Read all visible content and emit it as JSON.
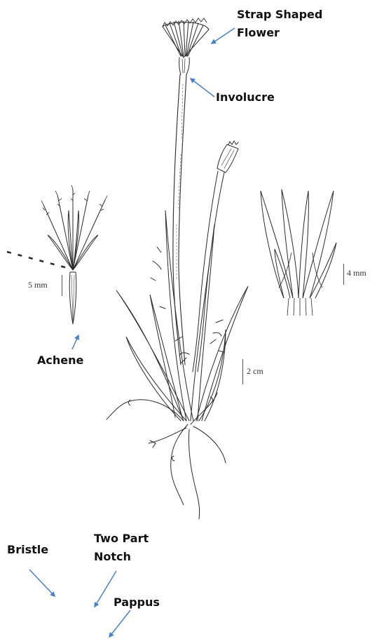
{
  "labels": {
    "strap_shaped_flower_line1": "Strap Shaped",
    "strap_shaped_flower_line2": "Flower",
    "involucre": "Involucre",
    "achene": "Achene",
    "bristle": "Bristle",
    "two_part_notch_line1": "Two Part",
    "two_part_notch_line2": "Notch",
    "pappus": "Pappus"
  },
  "scale_bars": {
    "achene": "5 mm",
    "involucre_bract": "4 mm",
    "plant": "2 cm"
  },
  "colors": {
    "arrow": "#4a7fc1",
    "ink": "#2a2a2a",
    "label": "#111111"
  }
}
